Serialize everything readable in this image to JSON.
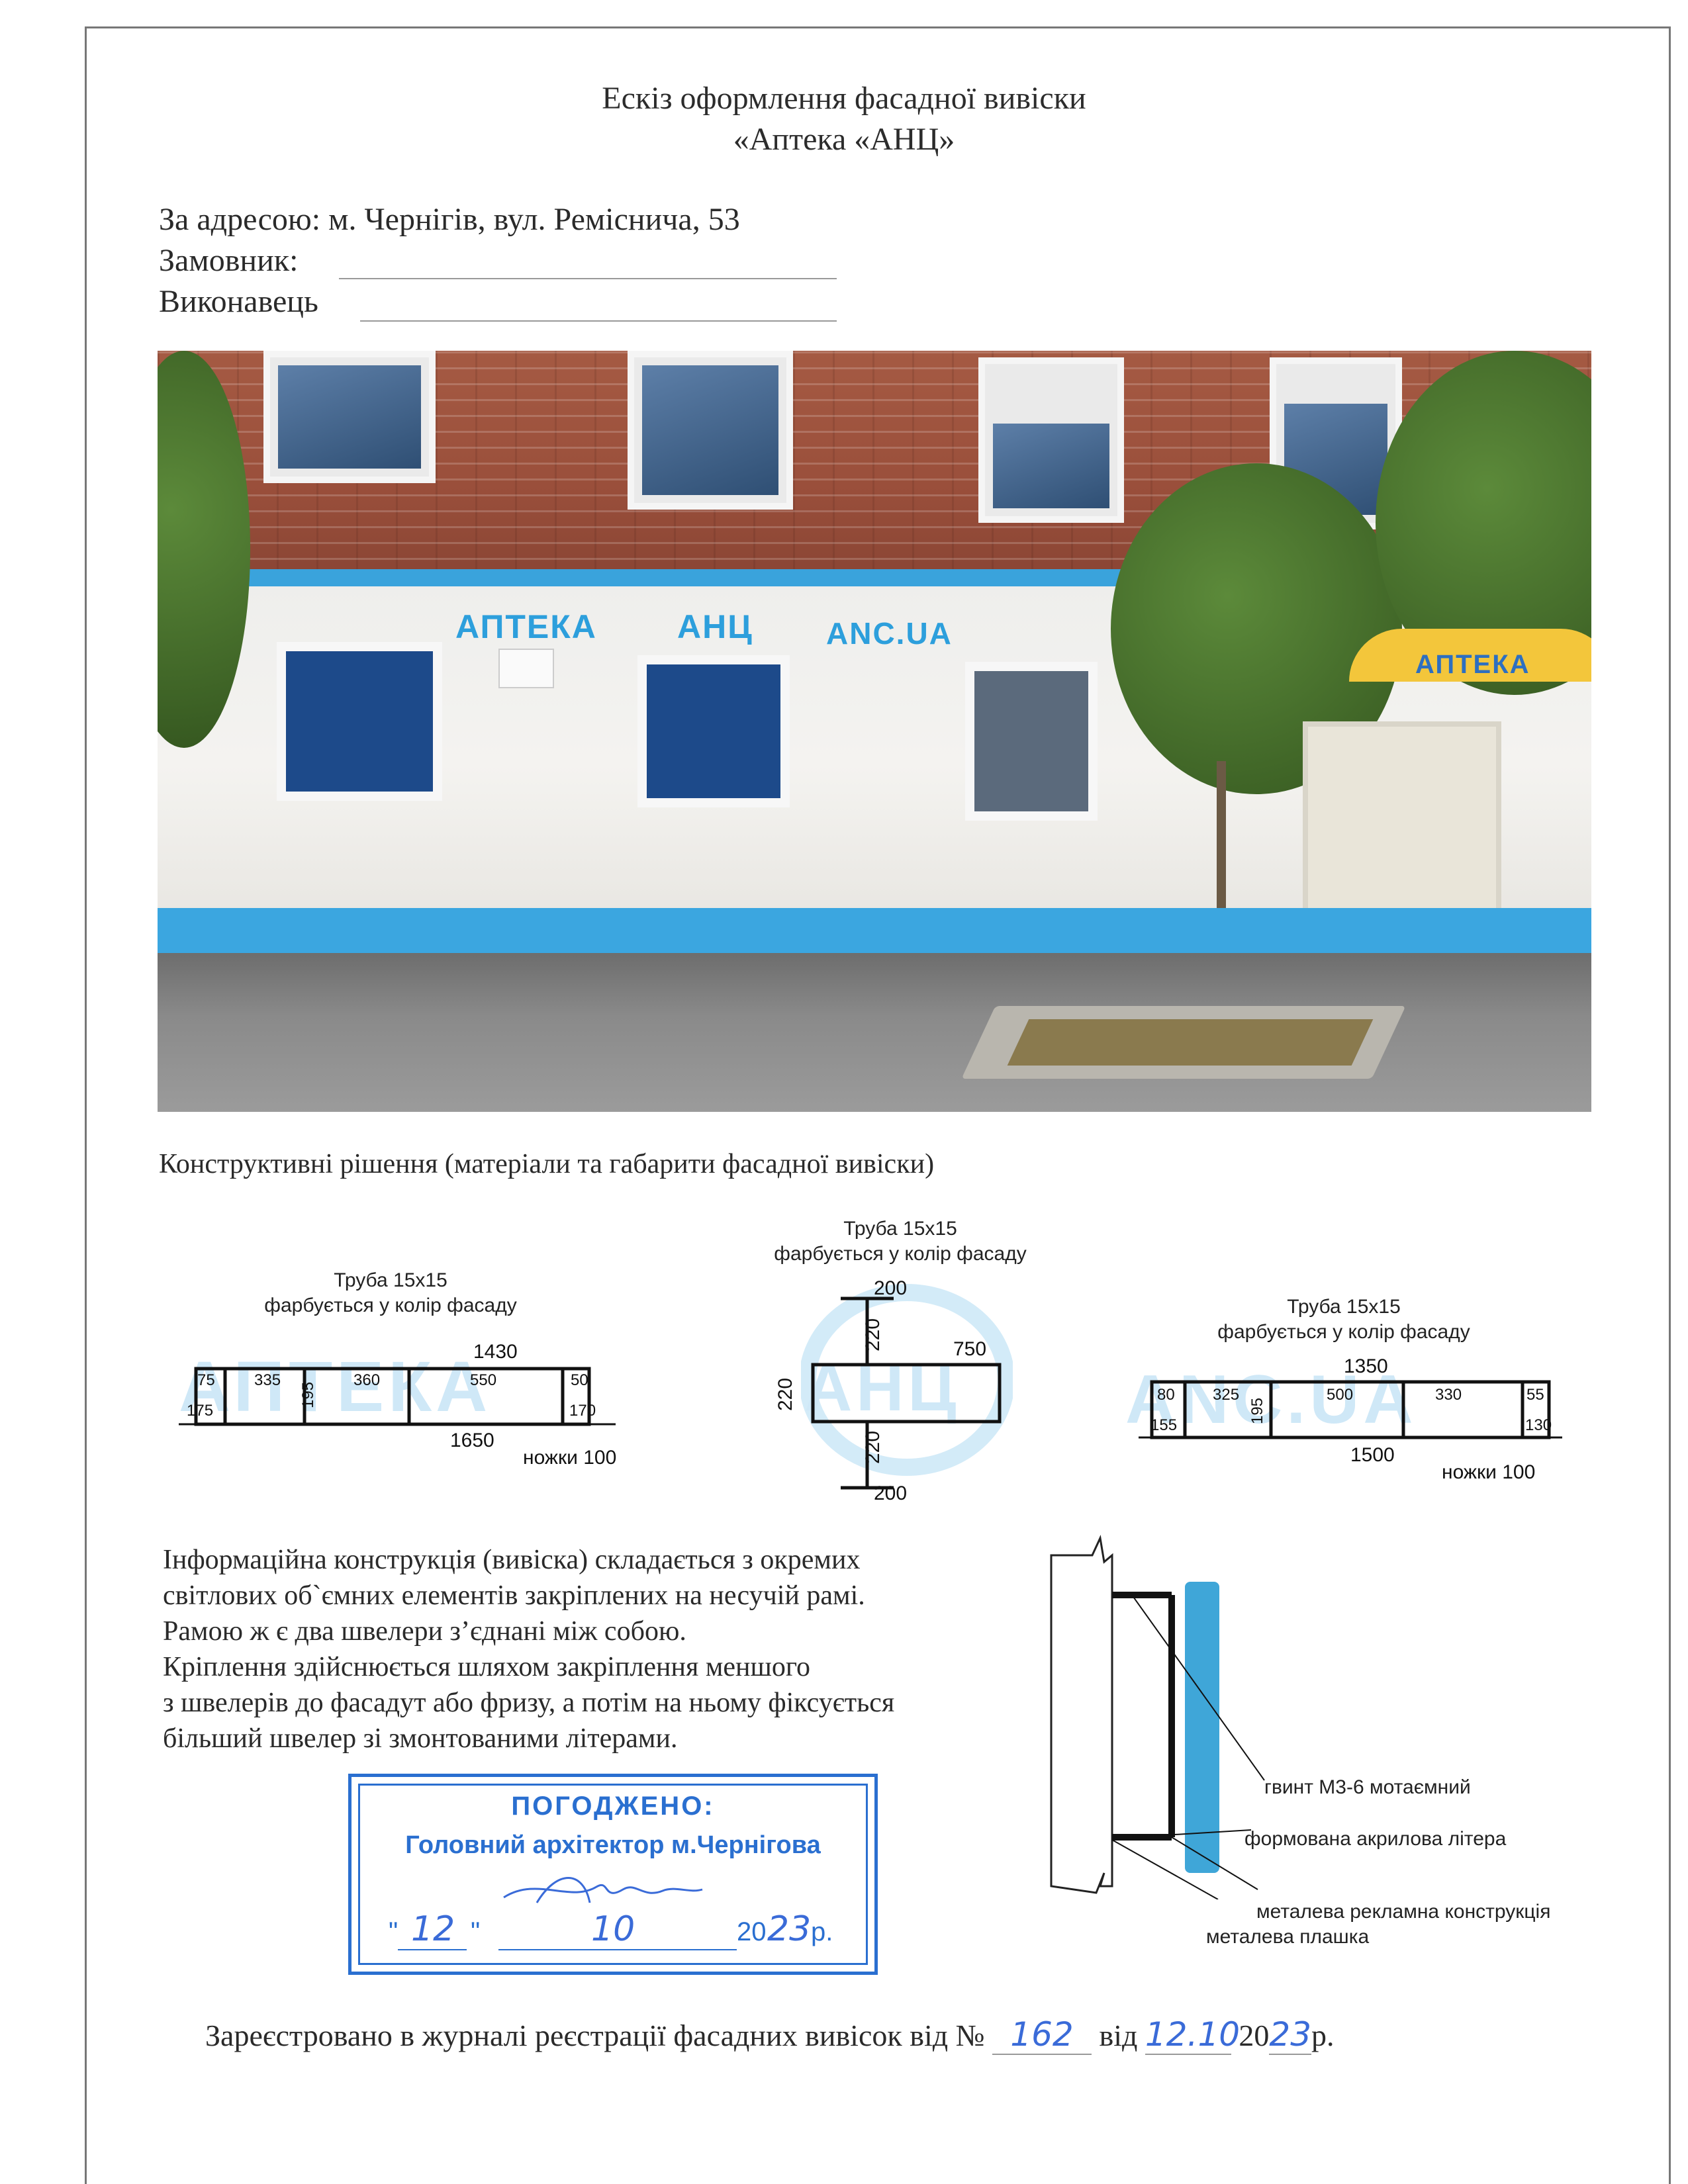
{
  "title": {
    "line1": "Ескіз оформлення фасадної вивіски",
    "line2": "«Аптека «АНЦ»"
  },
  "info": {
    "address": "За адресою: м. Чернігів, вул. Реміснича, 53",
    "customer_label": "Замовник:",
    "executor_label": "Виконавець"
  },
  "photo": {
    "sign_main": "АПТЕКА",
    "sign_brand": "АНЦ",
    "sign_url": "ANC.UA",
    "awning_sign": "АПТЕКА"
  },
  "section_label": "Конструктивні рішення (матеріали та габарити фасадної вивіски)",
  "drawings": [
    {
      "ghost": "АПТЕКА",
      "pipe_label_1": "Труба 15х15",
      "pipe_label_2": "фарбується у колір фасаду",
      "top_width": "1430",
      "bottom_width": "1650",
      "segments": [
        "75",
        "335",
        "360",
        "550",
        "50"
      ],
      "heights": [
        "175",
        "195",
        "170"
      ],
      "legs": "ножки 100"
    },
    {
      "ghost": "АНЦ",
      "pipe_label_1": "Труба 15х15",
      "pipe_label_2": "фарбується у колір фасаду",
      "top": "200",
      "upper_height": "220",
      "width": "750",
      "side_height": "220",
      "lower_height": "220",
      "bottom": "200"
    },
    {
      "ghost": "ANC.UA",
      "pipe_label_1": "Труба 15х15",
      "pipe_label_2": "фарбується у колір фасаду",
      "top_width": "1350",
      "bottom_width": "1500",
      "segments": [
        "80",
        "325",
        "500",
        "330",
        "55"
      ],
      "heights": [
        "155",
        "195",
        "130"
      ],
      "legs": "ножки 100"
    }
  ],
  "description": [
    "Інформаційна конструкція (вивіска) складається з окремих",
    "світлових об`ємних елементів закріплених на несучій рамі.",
    "Рамою ж є два швелери з’єднані між собою.",
    "Кріплення здійснюється шляхом закріплення меншого",
    "з швелерів до фасадут або фризу, а потім на ньому фіксується",
    "більший швелер зі змонтованими літерами."
  ],
  "section_callouts": {
    "screw": "гвинт М3-6 мотаємний",
    "letter": "формована акрилова літера",
    "frame": "металева рекламна конструкція",
    "plate": "металева плашка"
  },
  "stamp": {
    "approved": "ПОГОДЖЕНО:",
    "authority": "Головний архітектор м.Чернігова",
    "quote_open": "\"",
    "day": "12",
    "quote_close": "\"",
    "month": "10",
    "year_prefix": "20",
    "year_suffix": "23",
    "year_end": "р.",
    "color": "#2a6fd0"
  },
  "registration": {
    "text": "Зареєстровано в журналі реєстрації фасадних вивісок від №",
    "number": "162",
    "from_label": "від",
    "date": "12.10",
    "year_prefix": "20",
    "year_suffix": "23",
    "year_end": "р."
  }
}
